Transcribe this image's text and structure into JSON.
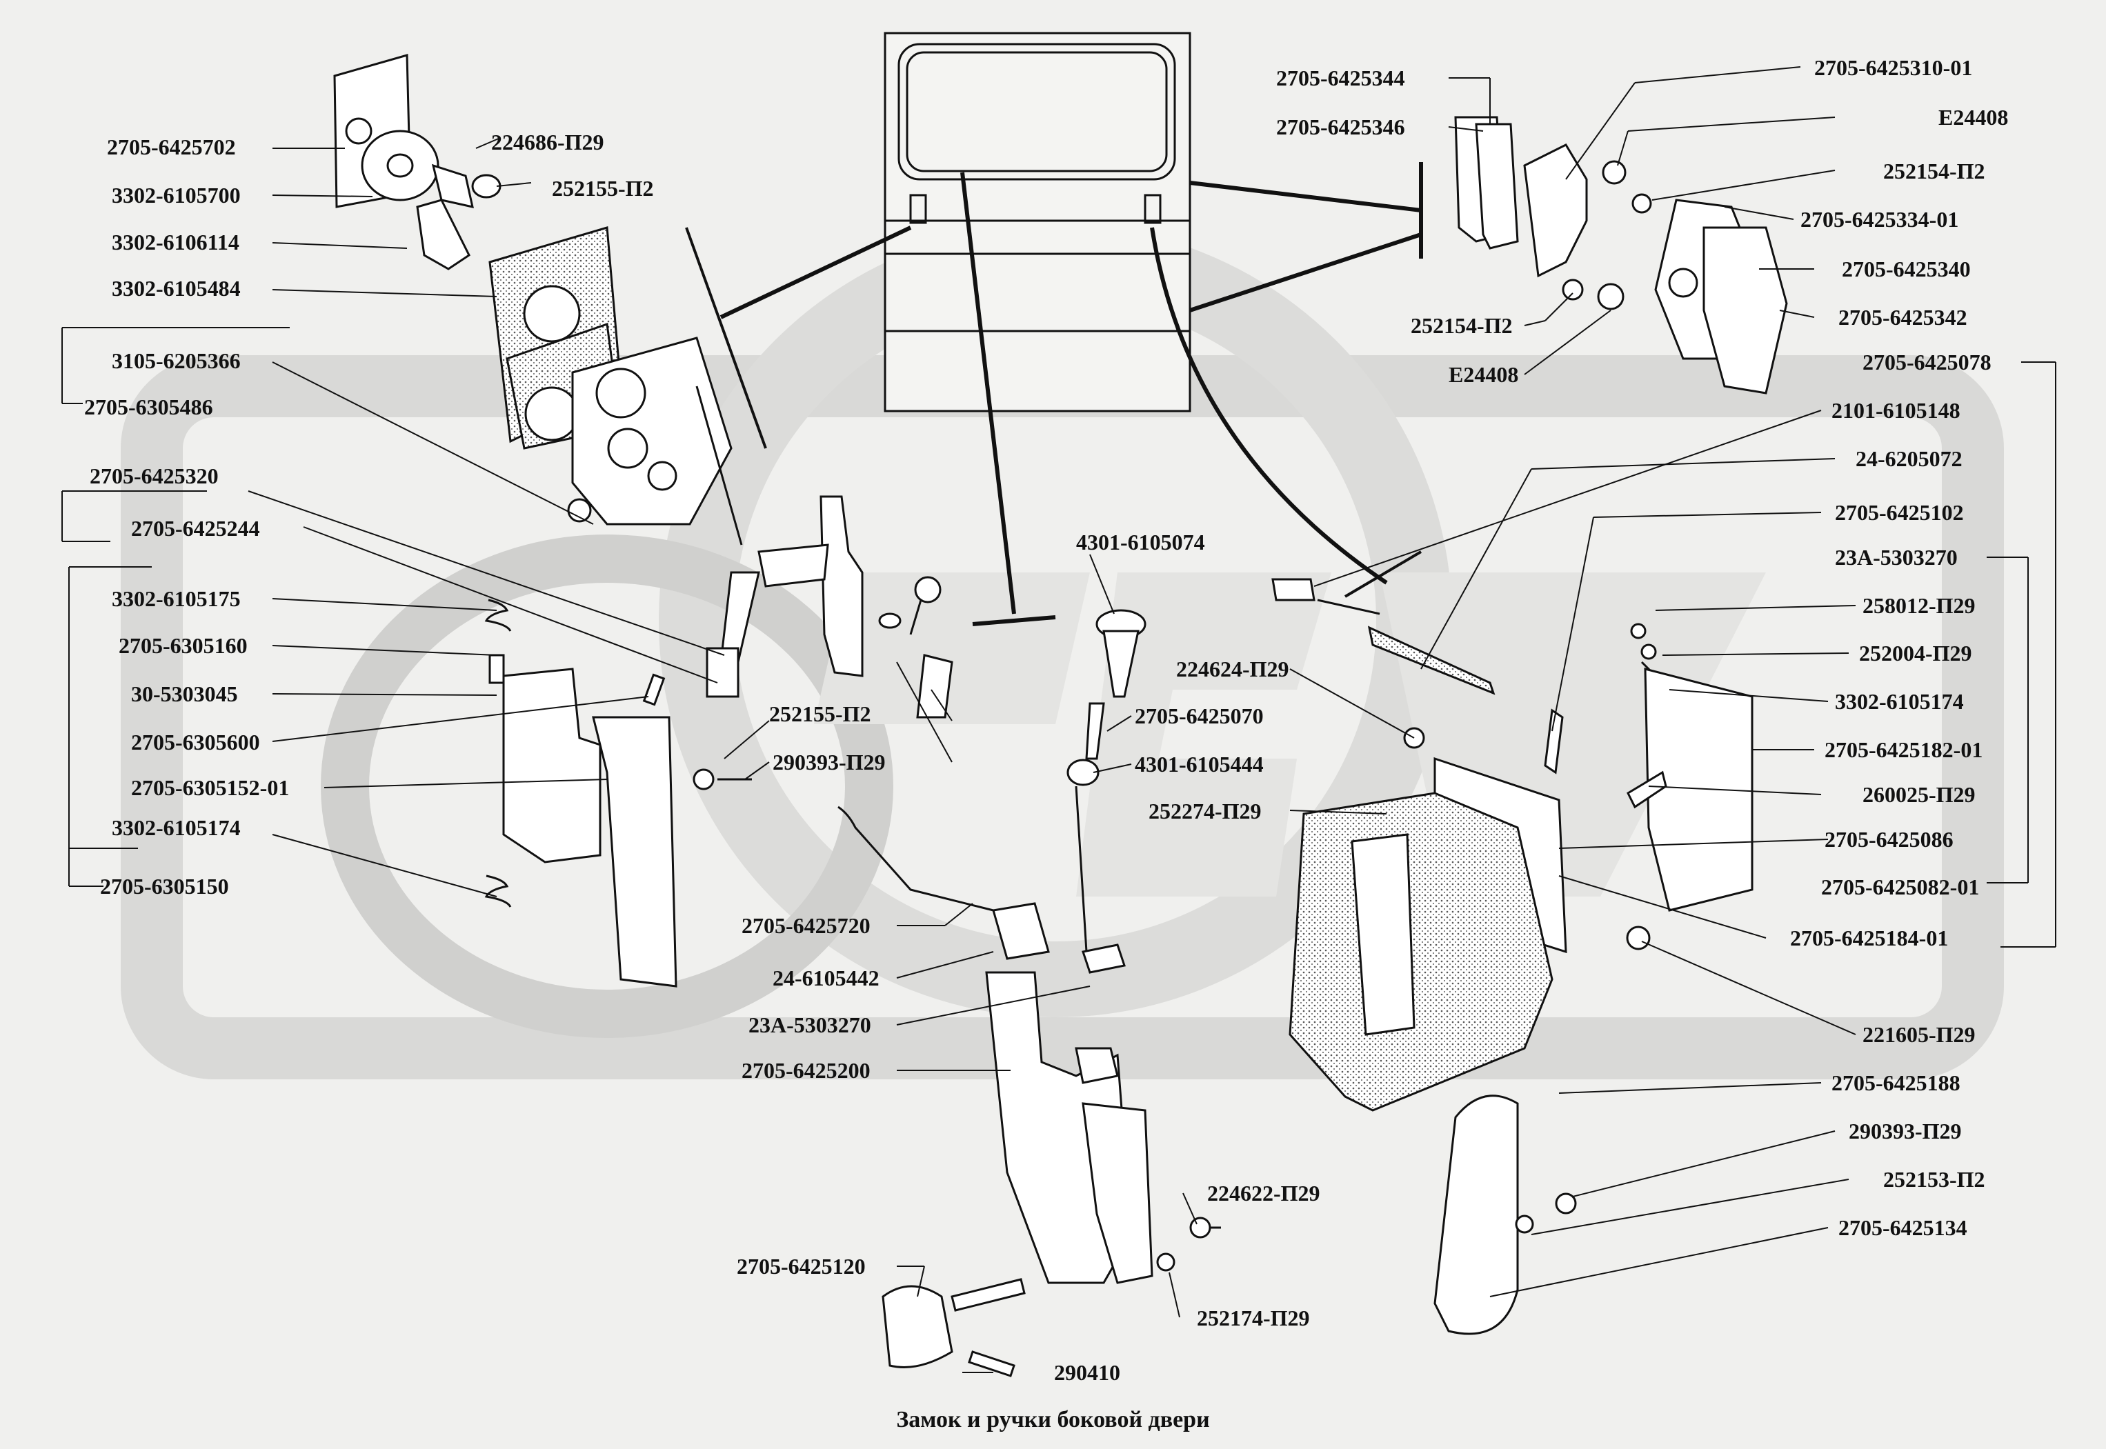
{
  "caption": "Замок и ручки боковой двери",
  "labels": [
    "2705-6425702",
    "3302-6105700",
    "3302-6106114",
    "3302-6105484",
    "3105-6205366",
    "2705-6305486",
    "224686-П29",
    "252155-П2",
    "2705-6425320",
    "2705-6425244",
    "3302-6105175",
    "2705-6305160",
    "30-5303045",
    "2705-6305600",
    "2705-6305152-01",
    "3302-6105174",
    "2705-6305150",
    "252155-П2",
    "290393-П29",
    "4301-6105074",
    "2705-6425070",
    "4301-6105444",
    "224624-П29",
    "252274-П29",
    "2705-6425720",
    "24-6105442",
    "23А-5303270",
    "2705-6425200",
    "2705-6425120",
    "290410",
    "224622-П29",
    "252174-П29",
    "2705-6425344",
    "2705-6425346",
    "2705-6425310-01",
    "E24408",
    "252154-П2",
    "2705-6425334-01",
    "2705-6425340",
    "2705-6425342",
    "252154-П2",
    "E24408",
    "2705-6425078",
    "2101-6105148",
    "24-6205072",
    "2705-6425102",
    "23А-5303270",
    "258012-П29",
    "252004-П29",
    "3302-6105174",
    "2705-6425182-01",
    "260025-П29",
    "2705-6425086",
    "2705-6425082-01",
    "2705-6425184-01",
    "221605-П29",
    "2705-6425188",
    "290393-П29",
    "252153-П2",
    "2705-6425134"
  ],
  "colors": {
    "ink": "#111111",
    "watermark": "#d8d8d6",
    "paper": "#f0f0ee",
    "part_fill": "#ffffff",
    "stipple": "#9a9a98"
  }
}
